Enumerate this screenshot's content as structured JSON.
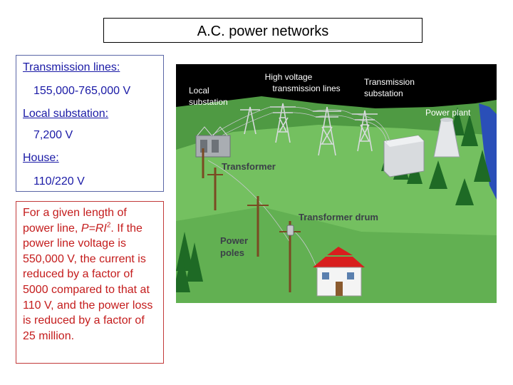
{
  "title": "A.C. power networks",
  "voltages": {
    "transmission_header": "Transmission lines:",
    "transmission_value": "155,000-765,000 V",
    "local_header": "Local substation:",
    "local_value": "7,200 V",
    "house_header": "House:",
    "house_value": "110/220 V"
  },
  "note": {
    "part1": "For a given length of power line, ",
    "formula": "P=RI",
    "exponent": "2",
    "part2": ".  If the power line voltage is 550,000 V, the current is reduced by a factor of 5000 compared to that at 110 V, and the power loss is reduced by a factor of 25 million."
  },
  "diagram": {
    "local_substation_line1": "Local",
    "local_substation_line2": "substation",
    "hv_lines_line1": "High voltage",
    "hv_lines_line2": "transmission lines",
    "trans_sub_line1": "Transmission",
    "trans_sub_line2": "substation",
    "power_plant": "Power plant",
    "transformer": "Transformer",
    "transformer_drum": "Transformer drum",
    "power_poles_line1": "Power",
    "power_poles_line2": "poles"
  },
  "colors": {
    "sky": "#000000",
    "grass": "#74c060",
    "grass_dark": "#4f9a43",
    "voltage_text": "#1a1aa6",
    "note_text": "#c41c1c",
    "house_roof": "#d81e1e",
    "label_dark": "#3b4048"
  }
}
